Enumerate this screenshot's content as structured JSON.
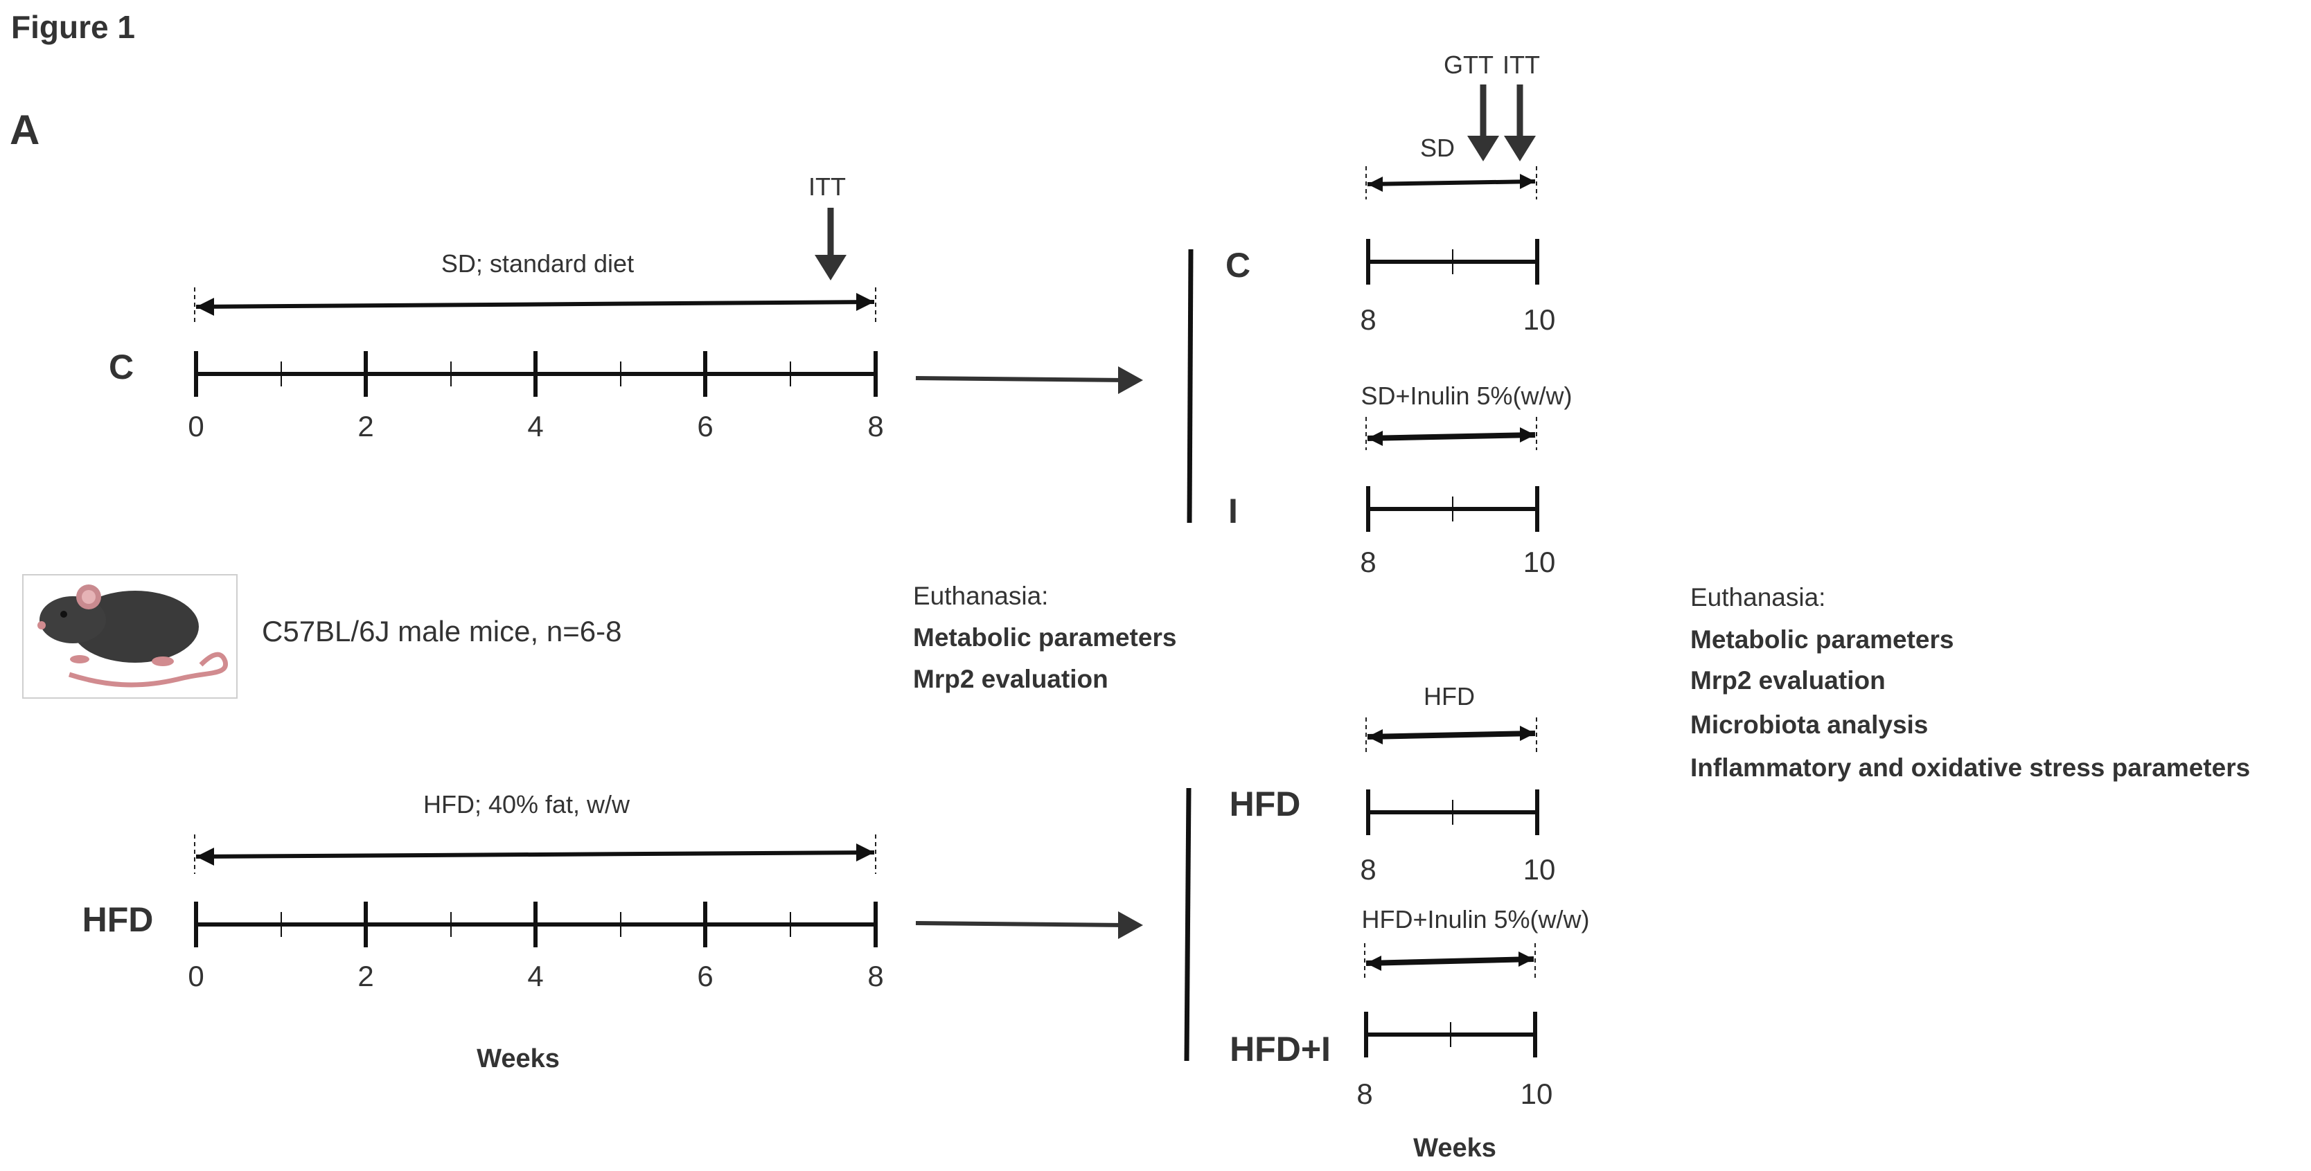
{
  "figure_title": "Figure 1",
  "panel_label": "A",
  "colors": {
    "control": "#6b6b6b",
    "inulin": "#2eaa2e",
    "hfd": "#d9474b",
    "hfd_inulin": "#5b53d6",
    "text": "#333333"
  },
  "icons": {
    "mouse": "mouse-icon"
  },
  "mouse_caption": "C57BL/6J male mice, n=6-8",
  "phase1": {
    "c_group": {
      "label": "C",
      "diet": "SD; standard diet",
      "marker": "ITT",
      "ticks": [
        "0",
        "2",
        "4",
        "6",
        "8"
      ]
    },
    "hfd_group": {
      "label": "HFD",
      "diet": "HFD; 40% fat, w/w",
      "ticks": [
        "0",
        "2",
        "4",
        "6",
        "8"
      ]
    },
    "xlabel": "Weeks",
    "euthanasia": {
      "title": "Euthanasia:",
      "items": [
        "Metabolic parameters",
        "Mrp2 evaluation"
      ]
    }
  },
  "phase2": {
    "markers": [
      "GTT",
      "ITT"
    ],
    "groups": [
      {
        "label": "C",
        "diet": "SD",
        "ticks": [
          "8",
          "10"
        ]
      },
      {
        "label": "I",
        "diet": "SD+Inulin 5%(w/w)",
        "ticks": [
          "8",
          "10"
        ]
      },
      {
        "label": "HFD",
        "diet": "HFD",
        "ticks": [
          "8",
          "10"
        ]
      },
      {
        "label": "HFD+I",
        "diet": "HFD+Inulin 5%(w/w)",
        "ticks": [
          "8",
          "10"
        ]
      }
    ],
    "xlabel": "Weeks",
    "euthanasia": {
      "title": "Euthanasia:",
      "items": [
        "Metabolic parameters",
        "Mrp2 evaluation",
        "Microbiota analysis",
        "Inflammatory and oxidative stress parameters"
      ]
    }
  }
}
